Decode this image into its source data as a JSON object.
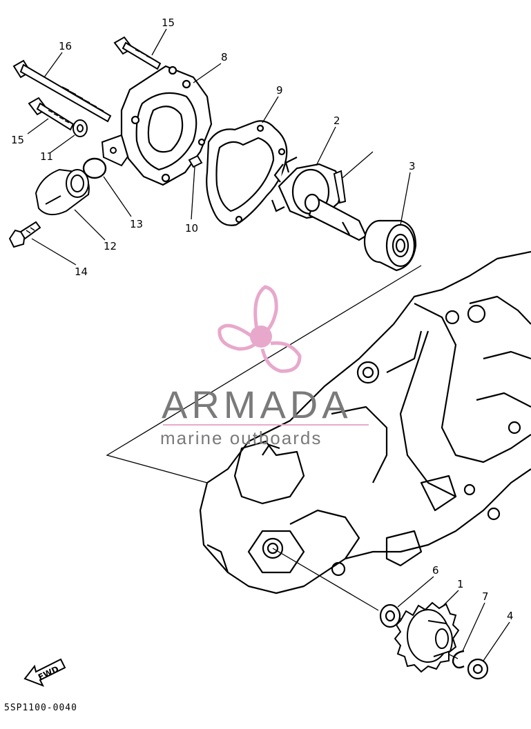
{
  "diagram": {
    "callouts": {
      "c1": "1",
      "c2": "2",
      "c3": "3",
      "c4": "4",
      "c6": "6",
      "c7": "7",
      "c8": "8",
      "c9": "9",
      "c10": "10",
      "c11": "11",
      "c12": "12",
      "c13": "13",
      "c14": "14",
      "c15a": "15",
      "c15b": "15",
      "c16": "16"
    },
    "fwd_label": "FWD",
    "drawing_code": "5SP1100-0040"
  },
  "watermark": {
    "brand": "ARMADA",
    "tagline": "marine outboards",
    "colors": {
      "logo_pink": "#e8a8cc",
      "text_gray": "#7a7a7a"
    }
  },
  "colors": {
    "line": "#000000",
    "background": "#ffffff"
  }
}
